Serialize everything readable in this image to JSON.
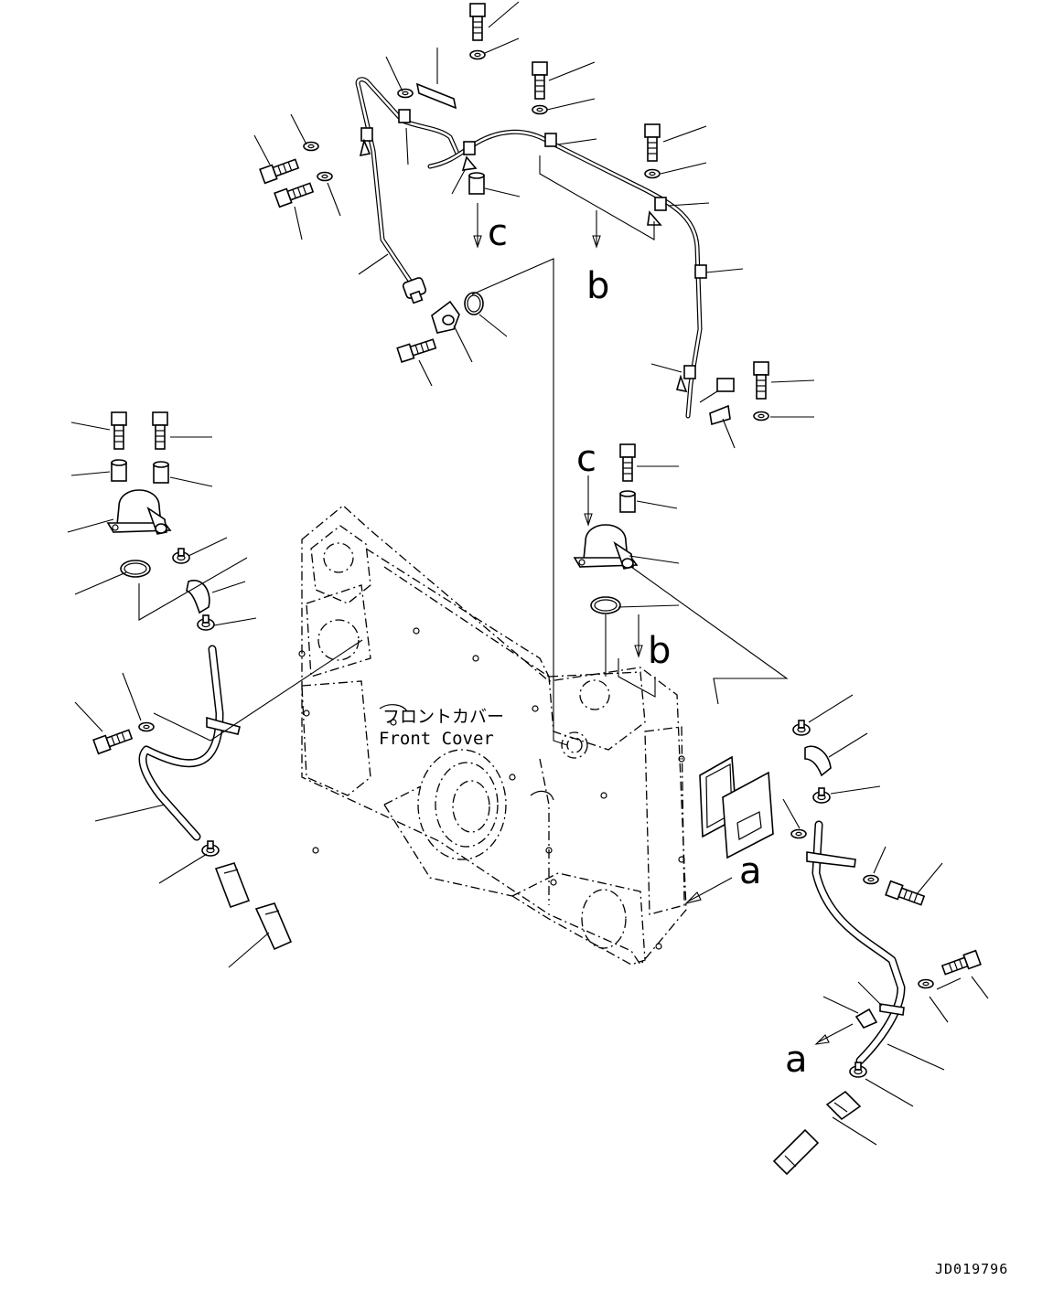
{
  "diagram": {
    "center_label_jp": "フロントカバー",
    "center_label_en": "Front Cover",
    "drawing_code": "JD019796",
    "ref_a": "a",
    "ref_b": "b",
    "ref_c": "c"
  }
}
